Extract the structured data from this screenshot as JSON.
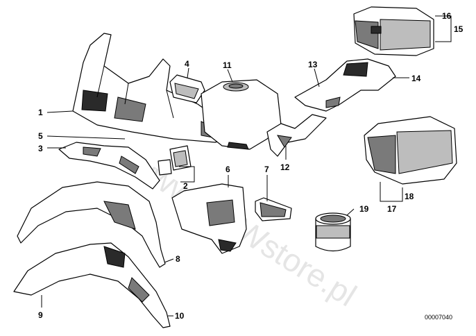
{
  "diagram": {
    "id_label": "00007040",
    "watermark": "www.BMWstore.pl",
    "callouts": {
      "c1": "1",
      "c2": "2",
      "c3": "3",
      "c4": "4",
      "c5": "5",
      "c6": "6",
      "c7": "7",
      "c8": "8",
      "c9": "9",
      "c10": "10",
      "c11": "11",
      "c12": "12",
      "c13": "13",
      "c14": "14",
      "c15": "15",
      "c16": "16",
      "c17": "17",
      "c18": "18",
      "c19": "19"
    }
  }
}
